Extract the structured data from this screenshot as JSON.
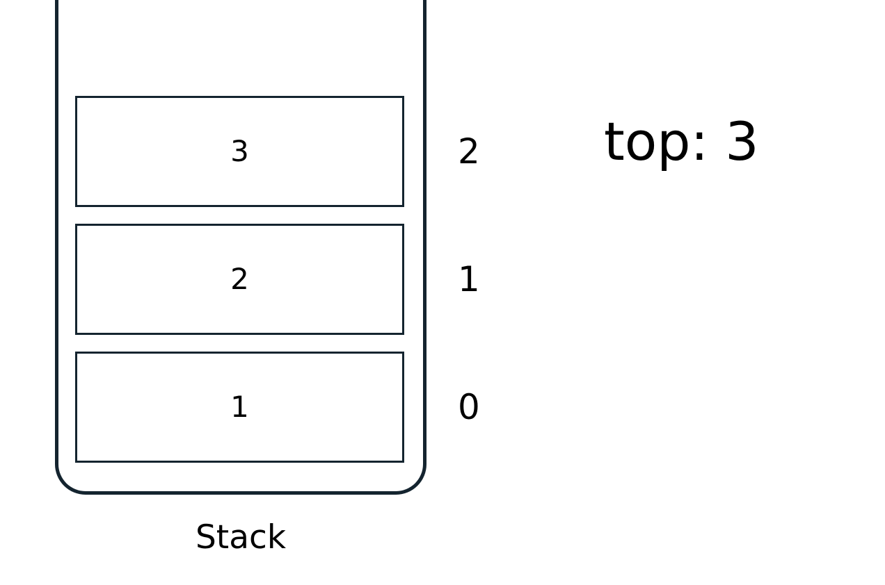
{
  "diagram": {
    "title": "Stack",
    "structure_type": "stack",
    "colors": {
      "outline": "#14242f",
      "text": "#000000",
      "background": "#ffffff"
    },
    "container": {
      "label": "Stack",
      "shape": "u-shaped-open-top"
    },
    "cells": [
      {
        "value": "3",
        "index_label": "2"
      },
      {
        "value": "2",
        "index_label": "1"
      },
      {
        "value": "1",
        "index_label": "0"
      }
    ],
    "annotation": {
      "text": "top: 3",
      "pointer_label": "top",
      "pointer_value": "3"
    }
  }
}
